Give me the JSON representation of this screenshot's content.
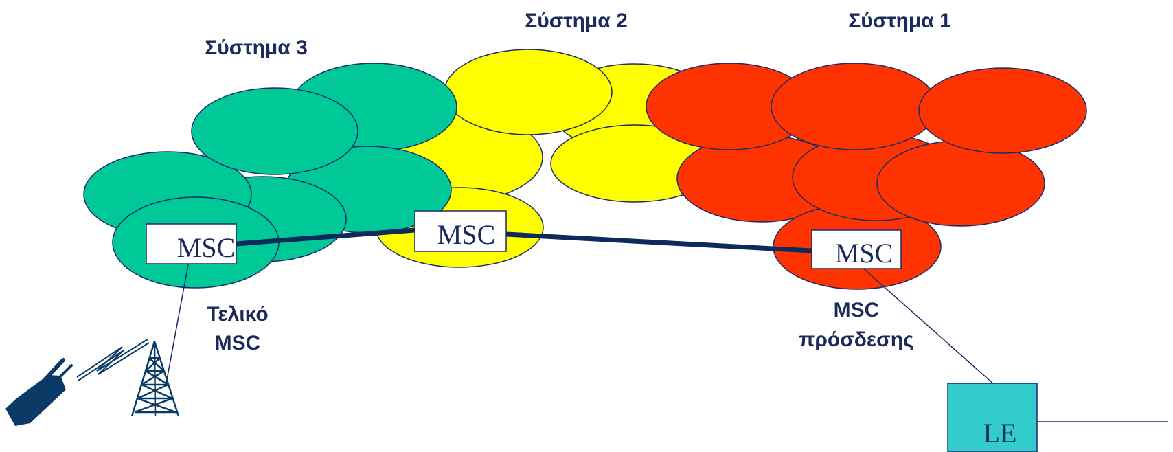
{
  "systems": [
    {
      "label": "Σύστημα 3",
      "color": "#00c896"
    },
    {
      "label": "Σύστημα 2",
      "color": "#ffff00"
    },
    {
      "label": "Σύστημα 1",
      "color": "#ff3300"
    }
  ],
  "msc_label": "MSC",
  "le_label": "LE",
  "captions": {
    "terminal_line1": "Τελικό",
    "terminal_line2": "MSC",
    "access_line1": "MSC",
    "access_line2": "πρόσδεσης"
  },
  "colors": {
    "text": "#1a2a5a",
    "trunk": "#0d2a5c",
    "cell_stroke": "#1a2a6a",
    "le_fill": "#33cccc",
    "icon": "#0b3a66"
  }
}
